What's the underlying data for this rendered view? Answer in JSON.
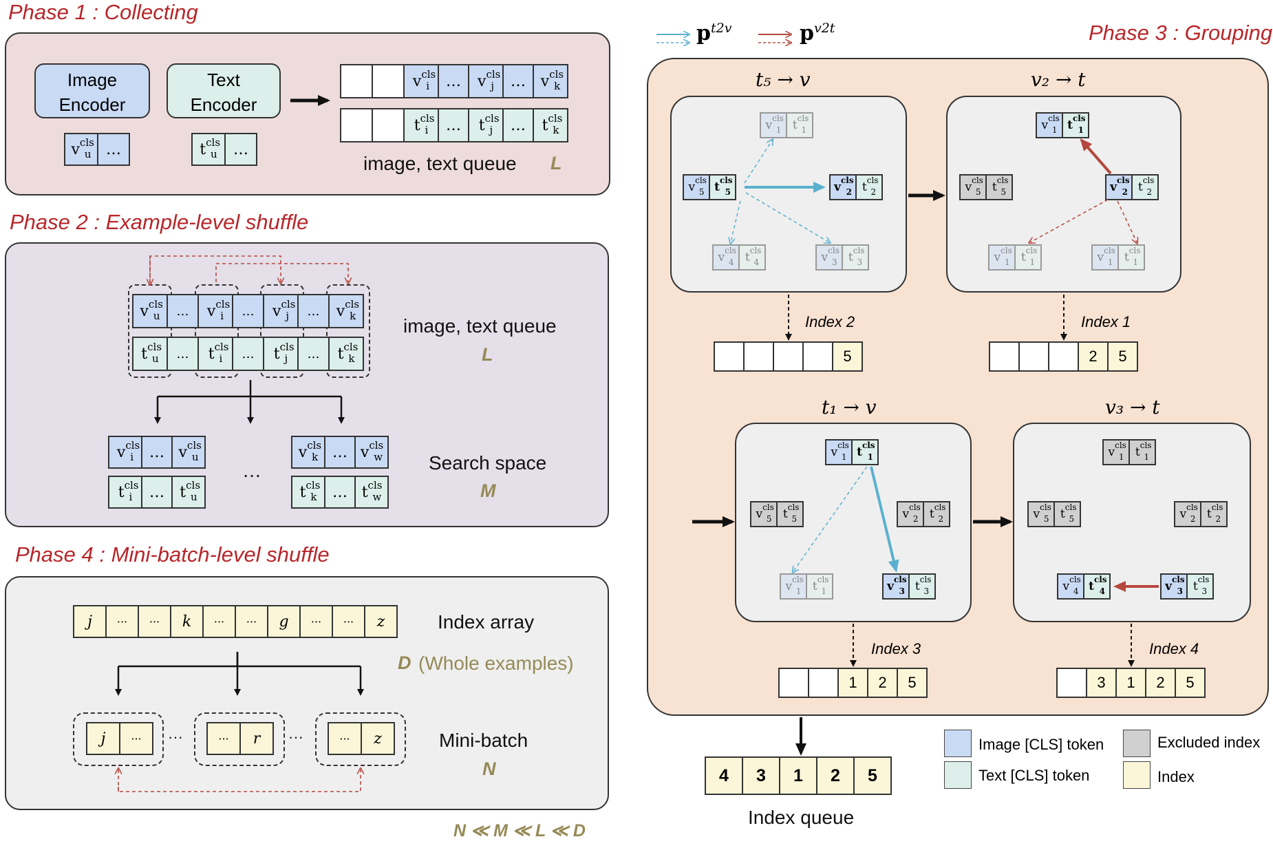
{
  "phase1": {
    "title": "Phase 1 : Collecting",
    "image_encoder": [
      "Image",
      "Encoder"
    ],
    "text_encoder": [
      "Text",
      "Encoder"
    ],
    "queue_label": "image, text queue",
    "queue_symbol": "L",
    "image_row": [
      "",
      "",
      "v_i^cls",
      "…",
      "v_j^cls",
      "…",
      "v_k^cls"
    ],
    "text_row": [
      "",
      "",
      "t_i^cls",
      "…",
      "t_j^cls",
      "…",
      "t_k^cls"
    ],
    "enc_img_out": [
      "v_u^cls",
      "…"
    ],
    "enc_txt_out": [
      "t_u^cls",
      "…"
    ]
  },
  "phase2": {
    "title": "Phase 2 : Example-level shuffle",
    "queue_label": "image, text queue",
    "queue_symbol": "L",
    "image_row": [
      "v_u^cls",
      "…",
      "v_i^cls",
      "…",
      "v_j^cls",
      "…",
      "v_k^cls"
    ],
    "text_row": [
      "t_u^cls",
      "…",
      "t_i^cls",
      "…",
      "t_j^cls",
      "…",
      "t_k^cls"
    ],
    "search_label": "Search space",
    "search_symbol": "M",
    "ellipsis": "…",
    "space_a_img": [
      "v_i^cls",
      "…",
      "v_u^cls"
    ],
    "space_a_txt": [
      "t_i^cls",
      "…",
      "t_u^cls"
    ],
    "space_b_img": [
      "v_k^cls",
      "…",
      "v_w^cls"
    ],
    "space_b_txt": [
      "t_k^cls",
      "…",
      "t_w^cls"
    ]
  },
  "phase4": {
    "title": "Phase 4 : Mini-batch-level shuffle",
    "index_array": [
      "j",
      "···",
      "···",
      "k",
      "···",
      "···",
      "g",
      "···",
      "···",
      "z"
    ],
    "index_label": "Index array",
    "index_symbol": "D",
    "index_sub": "(Whole examples)",
    "minibatch_label": "Mini-batch",
    "minibatch_symbol": "N",
    "batch_a": [
      "j",
      "···"
    ],
    "batch_b": [
      "···",
      "r"
    ],
    "batch_c": [
      "···",
      "z"
    ],
    "ellipsis": "···",
    "relation": "N ≪ M ≪ L ≪ D"
  },
  "phase3": {
    "title": "Phase 3 : Grouping",
    "legend_t2v": "p",
    "legend_t2v_sup": "t2v",
    "legend_v2t": "p",
    "legend_v2t_sup": "v2t",
    "step1": {
      "title": "t₅ → v",
      "index_label": "Index 2",
      "queue": [
        "",
        "",
        "",
        "",
        "5"
      ]
    },
    "step2": {
      "title": "v₂ → t",
      "index_label": "Index 1",
      "queue": [
        "",
        "",
        "",
        "2",
        "5"
      ]
    },
    "step3": {
      "title": "t₁ → v",
      "index_label": "Index 3",
      "queue": [
        "",
        "",
        "1",
        "2",
        "5"
      ]
    },
    "step4": {
      "title": "v₃ → t",
      "index_label": "Index 4",
      "queue": [
        "",
        "3",
        "1",
        "2",
        "5"
      ]
    },
    "index_queue": [
      "4",
      "3",
      "1",
      "2",
      "5"
    ],
    "index_queue_label": "Index queue"
  },
  "legend": {
    "image_token": "Image [CLS] token",
    "text_token": "Text [CLS] token",
    "excluded": "Excluded index",
    "index": "Index"
  },
  "colors": {
    "phase_title": "#b8262a",
    "phase1_bg": "#eedcdc",
    "phase2_bg": "#e4dfe9",
    "phase4_bg": "#efefef",
    "phase3_bg": "#f8e2d2",
    "image_token": "#c9daf4",
    "text_token": "#dcefea",
    "index_cell": "#fbf6d8",
    "excluded": "#d0d0d0",
    "arrow_t2v": "#5ab0cf",
    "arrow_v2t": "#b5483e",
    "symbol_olive": "#958a56"
  }
}
